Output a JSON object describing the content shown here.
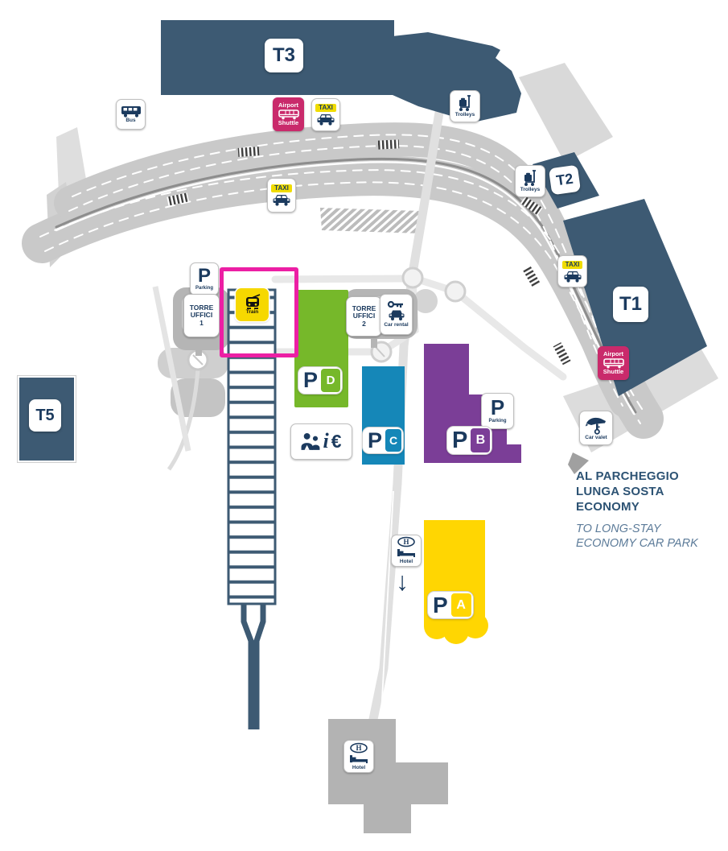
{
  "colors": {
    "terminal": "#3D5A73",
    "navy_text": "#1B3A5E",
    "road": "#C9C9C9",
    "road_edge": "#8D8D8D",
    "highlight": "#EC1FA4",
    "shuttle_magenta": "#C92A6B",
    "taxi_yellow": "#F0DC00",
    "train_yellow": "#F6D800",
    "parking_a_yellow": "#FFD602",
    "parking_b_purple": "#7B3E97",
    "parking_c_blue": "#1587B8",
    "parking_d_green": "#76B82A"
  },
  "terminals": {
    "t3": "T3",
    "t2": "T2",
    "t1": "T1",
    "t5": "T5"
  },
  "parking": {
    "p": "P",
    "label": "Parking",
    "garages": [
      {
        "letter": "A"
      },
      {
        "letter": "B"
      },
      {
        "letter": "C"
      },
      {
        "letter": "D"
      }
    ]
  },
  "badges": {
    "bus": "Bus",
    "taxi": "TAXI",
    "trolleys": "Trolleys",
    "train": "Train",
    "car_rental": "Car rental",
    "car_valet": "Car valet",
    "hotel": "Hotel",
    "airport_shuttle": {
      "line1": "Airport",
      "line2": "Shuttle"
    },
    "info_i": "i",
    "info_euro": "€"
  },
  "offices": {
    "torre1": {
      "line1": "TORRE",
      "line2": "UFFICI",
      "line3": "1"
    },
    "torre2": {
      "line1": "TORRE",
      "line2": "UFFICI",
      "line3": "2"
    }
  },
  "long_stay": {
    "it_line1": "AL PARCHEGGIO",
    "it_line2": "LUNGA SOSTA ECONOMY",
    "en_line1": "TO LONG-STAY",
    "en_line2": "ECONOMY CAR PARK"
  },
  "hotel_direction_arrow": "↓"
}
